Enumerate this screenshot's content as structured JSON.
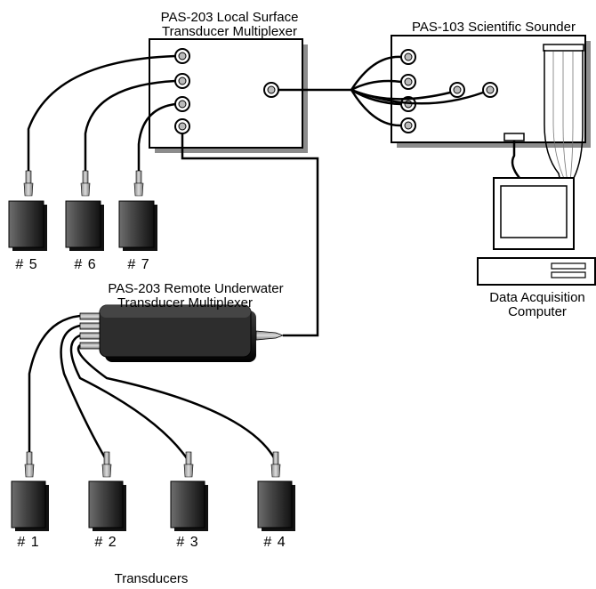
{
  "labels": {
    "local_mux_line1": "PAS-203 Local Surface",
    "local_mux_line2": "Transducer Multiplexer",
    "sounder": "PAS-103 Scientific Sounder",
    "remote_mux_line1": "PAS-203 Remote Underwater",
    "remote_mux_line2": "Transducer Multiplexer",
    "computer_line1": "Data Acquisition",
    "computer_line2": "Computer",
    "transducers_caption": "Transducers"
  },
  "transducers": {
    "t1": "# 1",
    "t2": "# 2",
    "t3": "# 3",
    "t4": "# 4",
    "t5": "# 5",
    "t6": "# 6",
    "t7": "# 7"
  }
}
